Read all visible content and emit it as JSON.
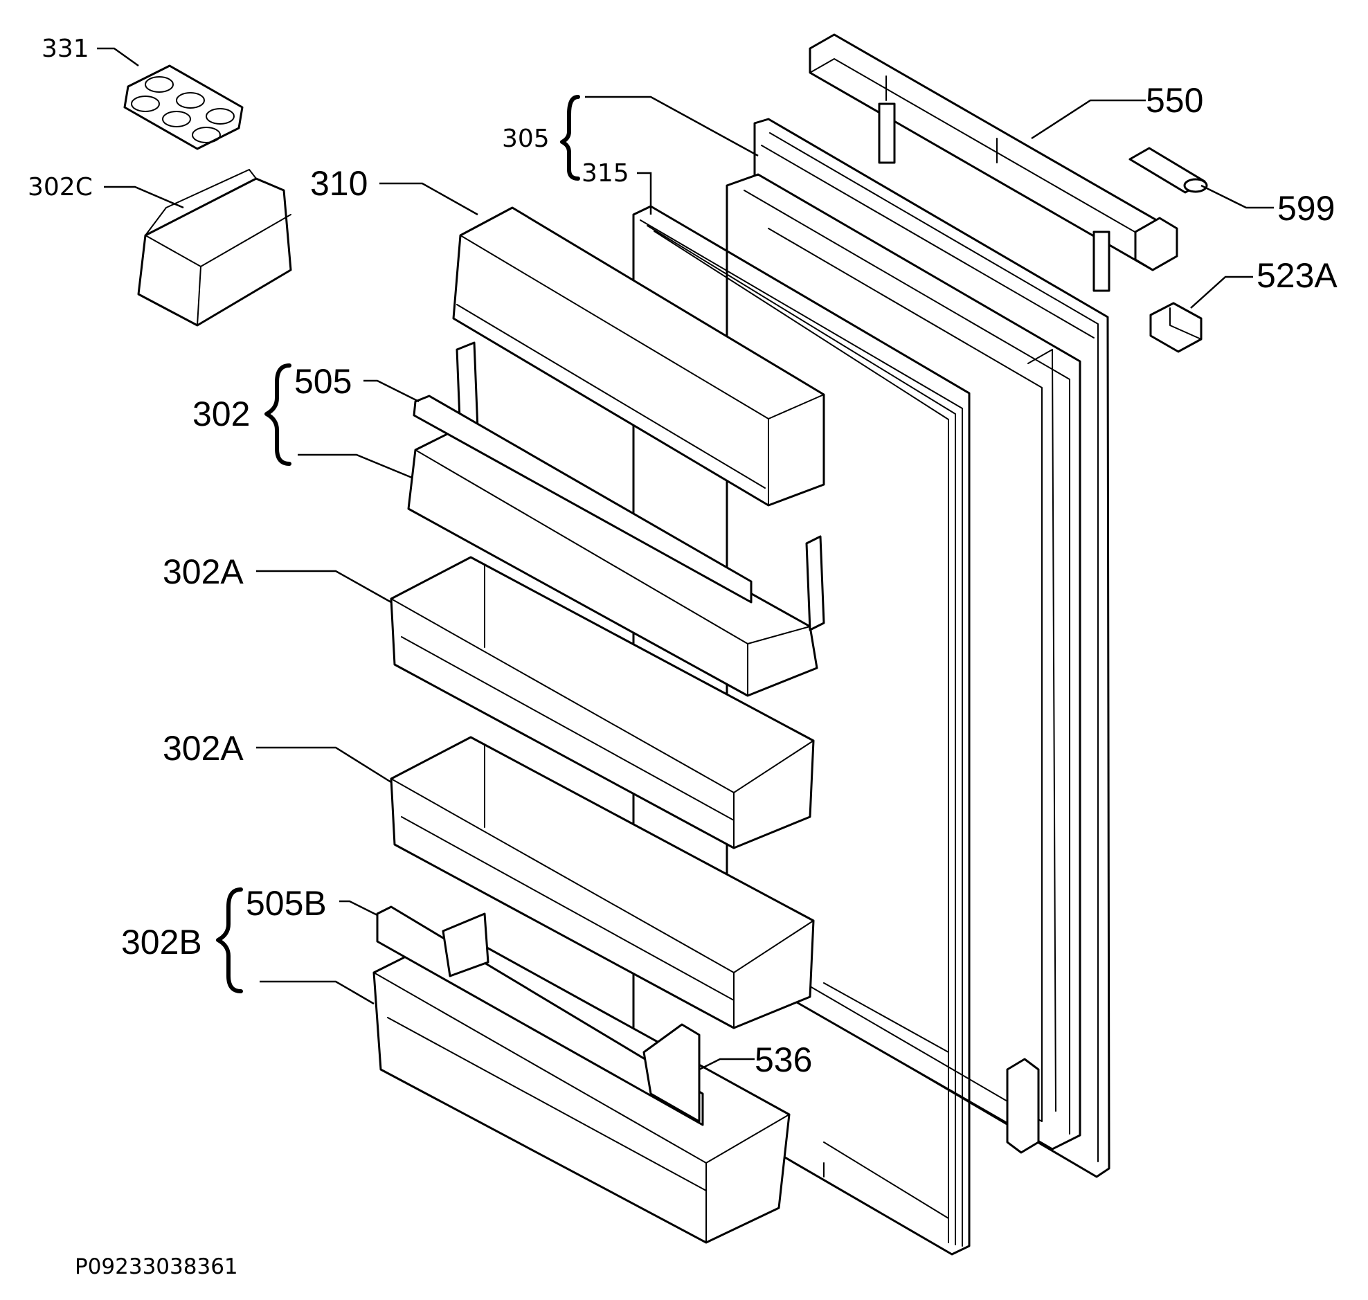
{
  "labels": {
    "l331": "331",
    "l302C": "302C",
    "l310": "310",
    "l305": "305",
    "l315": "315",
    "l550": "550",
    "l599": "599",
    "l523A": "523A",
    "l302": "302",
    "l505": "505",
    "l302A_upper": "302A",
    "l302A_lower": "302A",
    "l302B": "302B",
    "l505B": "505B",
    "l536": "536"
  },
  "drawing_code": "P09233038361"
}
